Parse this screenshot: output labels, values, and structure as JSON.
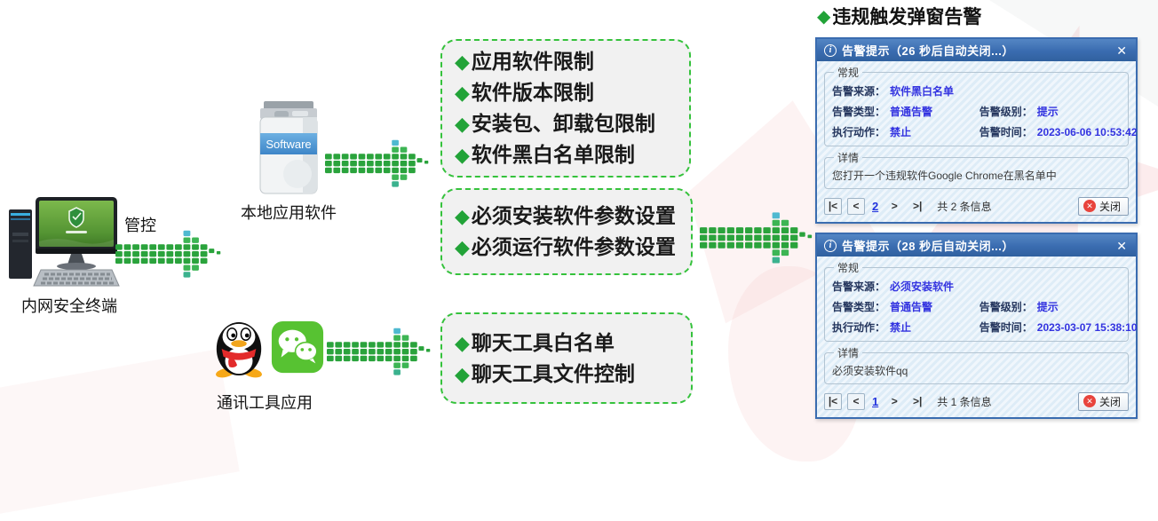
{
  "glyphs": {
    "diamond": "◆",
    "info": "i",
    "close_x": "✕",
    "red_x": "✕"
  },
  "colors": {
    "arrow_green": "#2aa33c",
    "arrow_cyan": "#4fb9d0",
    "box_dash_green": "#35c23c",
    "dialog_titlebar_blue": "#3a6cb0",
    "value_blue": "#3333e0",
    "close_red": "#e8443c"
  },
  "nodes": {
    "terminal_label": "内网安全终端",
    "control_label": "管控",
    "software_box_text": "Software",
    "software_label": "本地应用软件",
    "im_label": "通讯工具应用"
  },
  "header": {
    "title": "违规触发弹窗告警"
  },
  "feature_boxes": [
    {
      "items": [
        "应用软件限制",
        "软件版本限制",
        "安装包、卸载包限制",
        "软件黑白名单限制"
      ]
    },
    {
      "items": [
        "必须安装软件参数设置",
        "必须运行软件参数设置"
      ]
    },
    {
      "items": [
        "聊天工具白名单",
        "聊天工具文件控制"
      ]
    }
  ],
  "dialogs": [
    {
      "title": "告警提示（26 秒后自动关闭...）",
      "general_label": "常规",
      "source_label": "告警来源：",
      "source_value": "软件黑白名单",
      "type_label": "告警类型：",
      "type_value": "普通告警",
      "level_label": "告警级别：",
      "level_value": "提示",
      "action_label": "执行动作：",
      "action_value": "禁止",
      "time_label": "告警时间：",
      "time_value": "2023-06-06 10:53:42",
      "detail_label": "详情",
      "detail_text": "您打开一个违规软件Google Chrome在黑名单中",
      "pager": {
        "first": "|<",
        "prev": "<",
        "page": "2",
        "next": ">",
        "last": ">|",
        "total": "共 2 条信息"
      },
      "close_label": "关闭"
    },
    {
      "title": "告警提示（28 秒后自动关闭...）",
      "general_label": "常规",
      "source_label": "告警来源：",
      "source_value": "必须安装软件",
      "type_label": "告警类型：",
      "type_value": "普通告警",
      "level_label": "告警级别：",
      "level_value": "提示",
      "action_label": "执行动作：",
      "action_value": "禁止",
      "time_label": "告警时间：",
      "time_value": "2023-03-07 15:38:10",
      "detail_label": "详情",
      "detail_text": "必须安装软件qq",
      "pager": {
        "first": "|<",
        "prev": "<",
        "page": "1",
        "next": ">",
        "last": ">|",
        "total": "共 1 条信息"
      },
      "close_label": "关闭"
    }
  ]
}
